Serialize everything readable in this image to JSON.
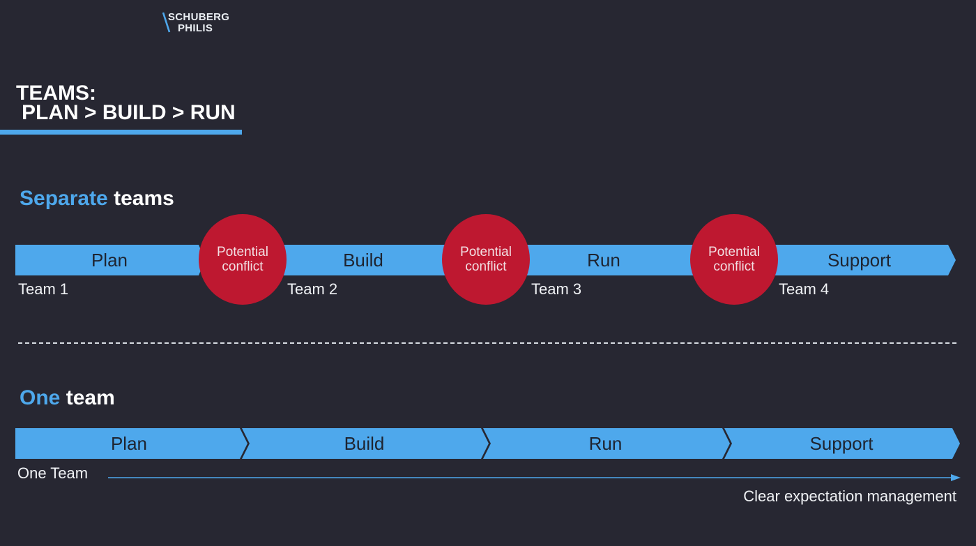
{
  "logo": {
    "line1": "SCHUBERG",
    "line2": "PHILIS"
  },
  "title": {
    "line1": "TEAMS:",
    "line2": "PLAN > BUILD > RUN"
  },
  "separate_section": {
    "heading_accent": "Separate",
    "heading_rest": "teams",
    "stages": [
      "Plan",
      "Build",
      "Run",
      "Support"
    ],
    "teams": [
      "Team 1",
      "Team 2",
      "Team 3",
      "Team 4"
    ],
    "conflict": {
      "line1": "Potential",
      "line2": "conflict"
    }
  },
  "one_section": {
    "heading_accent": "One",
    "heading_rest": "team",
    "stages": [
      "Plan",
      "Build",
      "Run",
      "Support"
    ],
    "team_label": "One Team",
    "expectation_label": "Clear expectation management"
  },
  "colors": {
    "background": "#272732",
    "accent": "#4ea8ec",
    "arrow": "#4ea8ec",
    "conflict": "#be1830"
  }
}
